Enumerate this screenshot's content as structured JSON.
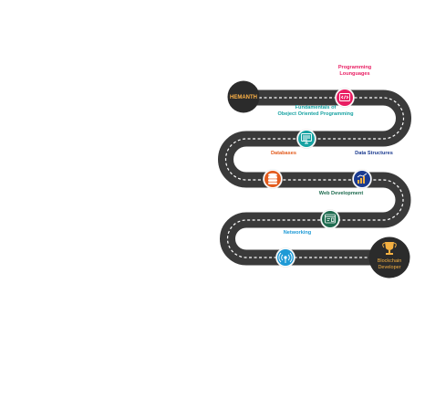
{
  "start": {
    "label": "HEMANTH",
    "color": "#ffb347"
  },
  "finish": {
    "line1": "Blockchain",
    "line2": "Developer",
    "color": "#f5b041",
    "icon": "trophy-icon"
  },
  "road": {
    "color": "#3a3a3a",
    "dash_color": "#ffffff"
  },
  "milestones": [
    {
      "line1": "Programming",
      "line2": "Lounguages",
      "color": "#e91e63",
      "icon": "code-icon"
    },
    {
      "line1": "Fundamentals of",
      "line2": "Obeject Oriented Programming",
      "color": "#17a2a2",
      "icon": "monitor-icon"
    },
    {
      "line1": "Databases",
      "line2": "",
      "color": "#e35b1d",
      "icon": "database-icon"
    },
    {
      "line1": "Data Structures",
      "line2": "",
      "color": "#1a3a8f",
      "icon": "chart-icon"
    },
    {
      "line1": "Web Development",
      "line2": "",
      "color": "#1e6b4f",
      "icon": "web-icon"
    },
    {
      "line1": "Networking",
      "line2": "",
      "color": "#1e9ad6",
      "icon": "signal-icon"
    }
  ]
}
